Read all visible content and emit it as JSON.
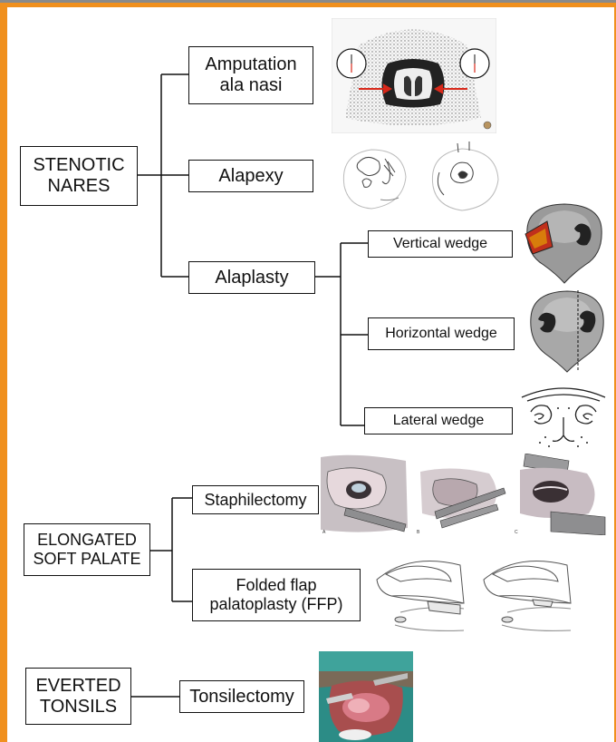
{
  "stenotic_nares": {
    "root_label": "STENOTIC\nNARES",
    "amputation_label": "Amputation\nala nasi",
    "alapexy_label": "Alapexy",
    "alaplasty_label": "Alaplasty",
    "vertical_wedge_label": "Vertical wedge",
    "horizontal_wedge_label": "Horizontal wedge",
    "lateral_wedge_label": "Lateral wedge"
  },
  "soft_palate": {
    "root_label": "ELONGATED\nSOFT PALATE",
    "staphilectomy_label": "Staphilectomy",
    "ffp_label": "Folded flap\npalatoplasty (FFP)",
    "panel_letters": [
      "A",
      "B",
      "C"
    ]
  },
  "tonsils": {
    "root_label": "EVERTED\nTONSILS",
    "tonsilectomy_label": "Tonsilectomy"
  },
  "colors": {
    "frame": "#f0901e",
    "arrow_red": "#d8281a",
    "wedge_red": "#c0301c",
    "drape_green": "#2c8c86"
  },
  "icons": [
    "clock-icon",
    "red-arrow-icon",
    "nose-illustration",
    "palate-photo",
    "skull-sagittal-illustration",
    "surgery-photo"
  ]
}
